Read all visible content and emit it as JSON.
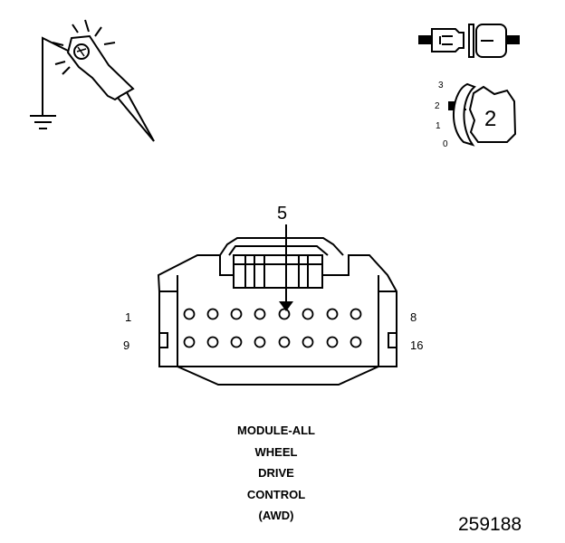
{
  "probe_symbol": {
    "icon": "test-probe-ground-icon"
  },
  "key_positions": {
    "labels": [
      "3",
      "2",
      "1",
      "0"
    ],
    "selected_position": "2",
    "key_label": "2",
    "icon": "ignition-key-icon"
  },
  "connector": {
    "callout_pin": "5",
    "row1_start": "1",
    "row1_end": "8",
    "row2_start": "9",
    "row2_end": "16",
    "icon": "connector-face-icon"
  },
  "caption": {
    "line1": "MODULE-ALL",
    "line2": "WHEEL",
    "line3": "DRIVE",
    "line4": "CONTROL",
    "line5": "(AWD)"
  },
  "figure_number": "259188"
}
